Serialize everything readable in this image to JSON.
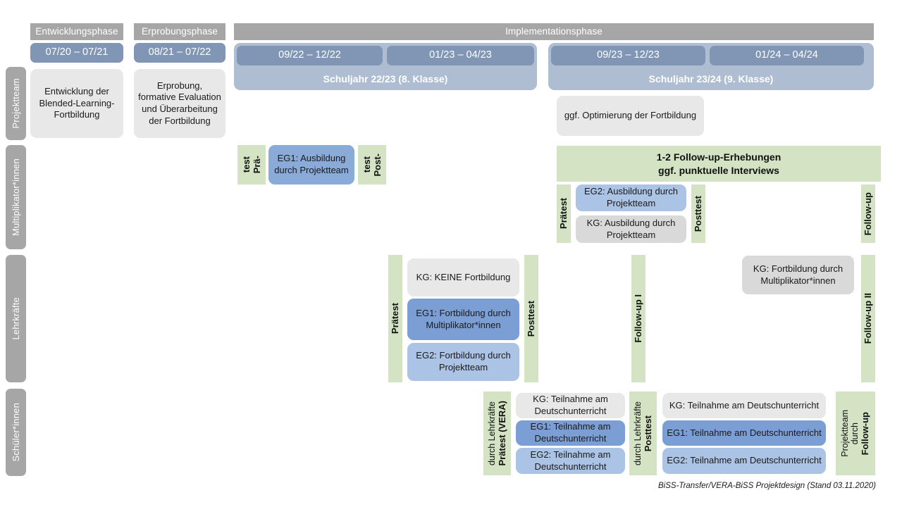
{
  "diagram": {
    "footnote": "BiSS-Transfer/VERA-BiSS Projektdesign (Stand 03.11.2020)"
  },
  "phases": [
    {
      "label": "Entwicklungsphase"
    },
    {
      "label": "Erprobungsphase"
    },
    {
      "label": "Implementationsphase"
    }
  ],
  "periods": [
    {
      "label": "07/20 – 07/21"
    },
    {
      "label": "08/21 – 07/22"
    },
    {
      "label": "09/22 – 12/22"
    },
    {
      "label": "01/23 – 04/23"
    },
    {
      "label": "09/23 – 12/23"
    },
    {
      "label": "01/24 – 04/24"
    }
  ],
  "school_years": [
    {
      "label": "Schuljahr 22/23 (8. Klasse)"
    },
    {
      "label": "Schuljahr 23/24 (9. Klasse)"
    }
  ],
  "rows": [
    {
      "label": "Projektteam"
    },
    {
      "label": "Multiplikator*innen"
    },
    {
      "label": "Lehrkräfte"
    },
    {
      "label": "Schüler*innen"
    }
  ],
  "projektteam": {
    "entwicklung": "Entwicklung der Blended-Learning-Fortbildung",
    "erprobung": "Erprobung, formative Evaluation und Überarbeitung der Fortbildung",
    "optimierung": "ggf. Optimierung der Fortbildung"
  },
  "multiplikatoren": {
    "praetest_short_line1": "Prä-",
    "praetest_short_line2": "test",
    "posttest_short_line1": "Post-",
    "posttest_short_line2": "test",
    "eg1": "EG1: Ausbildung durch Projektteam",
    "banner_line1": "1-2 Follow-up-Erhebungen",
    "banner_line2": "ggf. punktuelle Interviews",
    "praetest": "Prätest",
    "posttest": "Posttest",
    "followup": "Follow-up",
    "eg2": "EG2: Ausbildung durch Projektteam",
    "kg": "KG: Ausbildung durch Projektteam"
  },
  "lehrkraefte": {
    "praetest": "Prätest",
    "posttest": "Posttest",
    "followup1": "Follow-up I",
    "followup2": "Follow-up II",
    "kg_keine": "KG:  KEINE Fortbildung",
    "eg1": "EG1: Fortbildung durch Multiplikator*innen",
    "eg2": "EG2: Fortbildung durch Projektteam",
    "kg_fortbildung": "KG: Fortbildung durch Multiplikator*innen"
  },
  "schueler": {
    "praetest_bold": "Prätest (VERA)",
    "praetest_reg": "durch Lehrkräfte",
    "posttest_bold": "Posttest",
    "posttest_reg": "durch Lehrkräfte",
    "followup_bold": "Follow-up",
    "followup_reg1": "durch",
    "followup_reg2": "Projektteam",
    "left": {
      "kg": "KG: Teilnahme am Deutschunterricht",
      "eg1": "EG1: Teilnahme am Deutschunterricht",
      "eg2": "EG2: Teilnahme am Deutschunterricht"
    },
    "right": {
      "kg": "KG: Teilnahme am Deutschunterricht",
      "eg1": "EG1: Teilnahme am Deutschunterricht",
      "eg2": "EG2: Teilnahme am Deutschunterricht"
    }
  },
  "colors": {
    "grey_header": "#a6a6a6",
    "blue_date": "#8096b4",
    "blue_year": "#aebdd2",
    "green_test": "#d3e3c3",
    "card_grey": "#e8e8e8",
    "blue_eg1": "#7b9ed4",
    "blue_eg2": "#abc3e5"
  }
}
